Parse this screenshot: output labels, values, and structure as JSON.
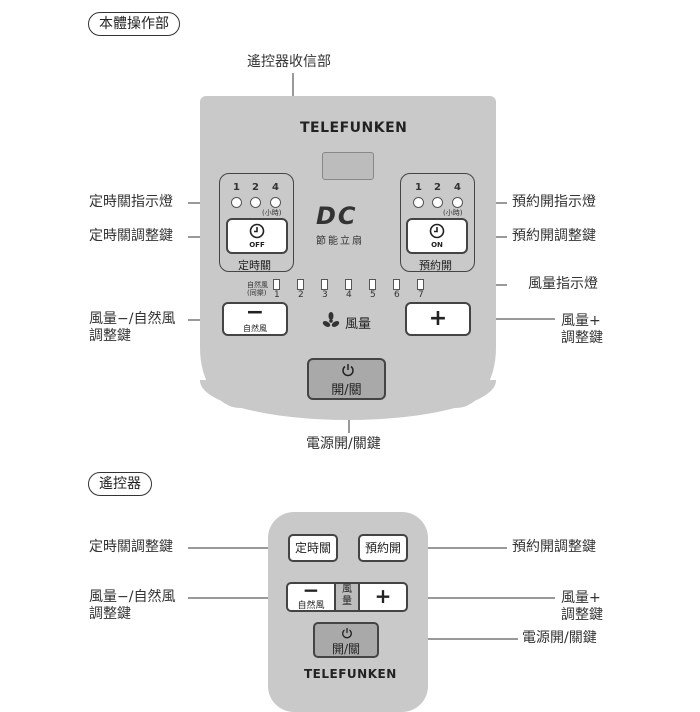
{
  "section_headers": {
    "main_unit": "本體操作部",
    "remote": "遙控器"
  },
  "main_unit": {
    "brand": "TELEFUNKEN",
    "logo": "DC",
    "logo_sub": "節能立扇",
    "timer_off": {
      "numbers": [
        "1",
        "2",
        "4"
      ],
      "unit": "(小時)",
      "button_sub": "OFF",
      "group_label": "定時關"
    },
    "timer_on": {
      "numbers": [
        "1",
        "2",
        "4"
      ],
      "unit": "(小時)",
      "button_sub": "ON",
      "group_label": "預約開"
    },
    "wind_levels": {
      "natural_label": "自然風\n(同樂)",
      "levels": [
        "1",
        "2",
        "3",
        "4",
        "5",
        "6",
        "7"
      ]
    },
    "minus_button": {
      "symbol": "−",
      "sub": "自然風"
    },
    "plus_button": {
      "symbol": "+"
    },
    "fan_label": "風量",
    "power_button": {
      "label": "開/關"
    }
  },
  "callouts": {
    "receiver": "遙控器收信部",
    "timer_off_led": "定時關指示燈",
    "timer_off_button": "定時關調整鍵",
    "minus_line1": "風量−/自然風",
    "minus_line2": "調整鍵",
    "timer_on_led": "預約開指示燈",
    "timer_on_button": "預約開調整鍵",
    "wind_led": "風量指示燈",
    "plus_line1": "風量+",
    "plus_line2": "調整鍵",
    "power": "電源開/關鍵"
  },
  "remote": {
    "timer_off": "定時關",
    "timer_on": "預約開",
    "minus_symbol": "−",
    "minus_sub": "自然風",
    "fan_label": "風\n量",
    "plus_symbol": "+",
    "power": "開/關",
    "brand": "TELEFUNKEN"
  },
  "remote_callouts": {
    "timer_off": "定時關調整鍵",
    "timer_on": "預約開調整鍵",
    "minus_line1": "風量−/自然風",
    "minus_line2": "調整鍵",
    "plus_line1": "風量+",
    "plus_line2": "調整鍵",
    "power": "電源開/關鍵"
  }
}
